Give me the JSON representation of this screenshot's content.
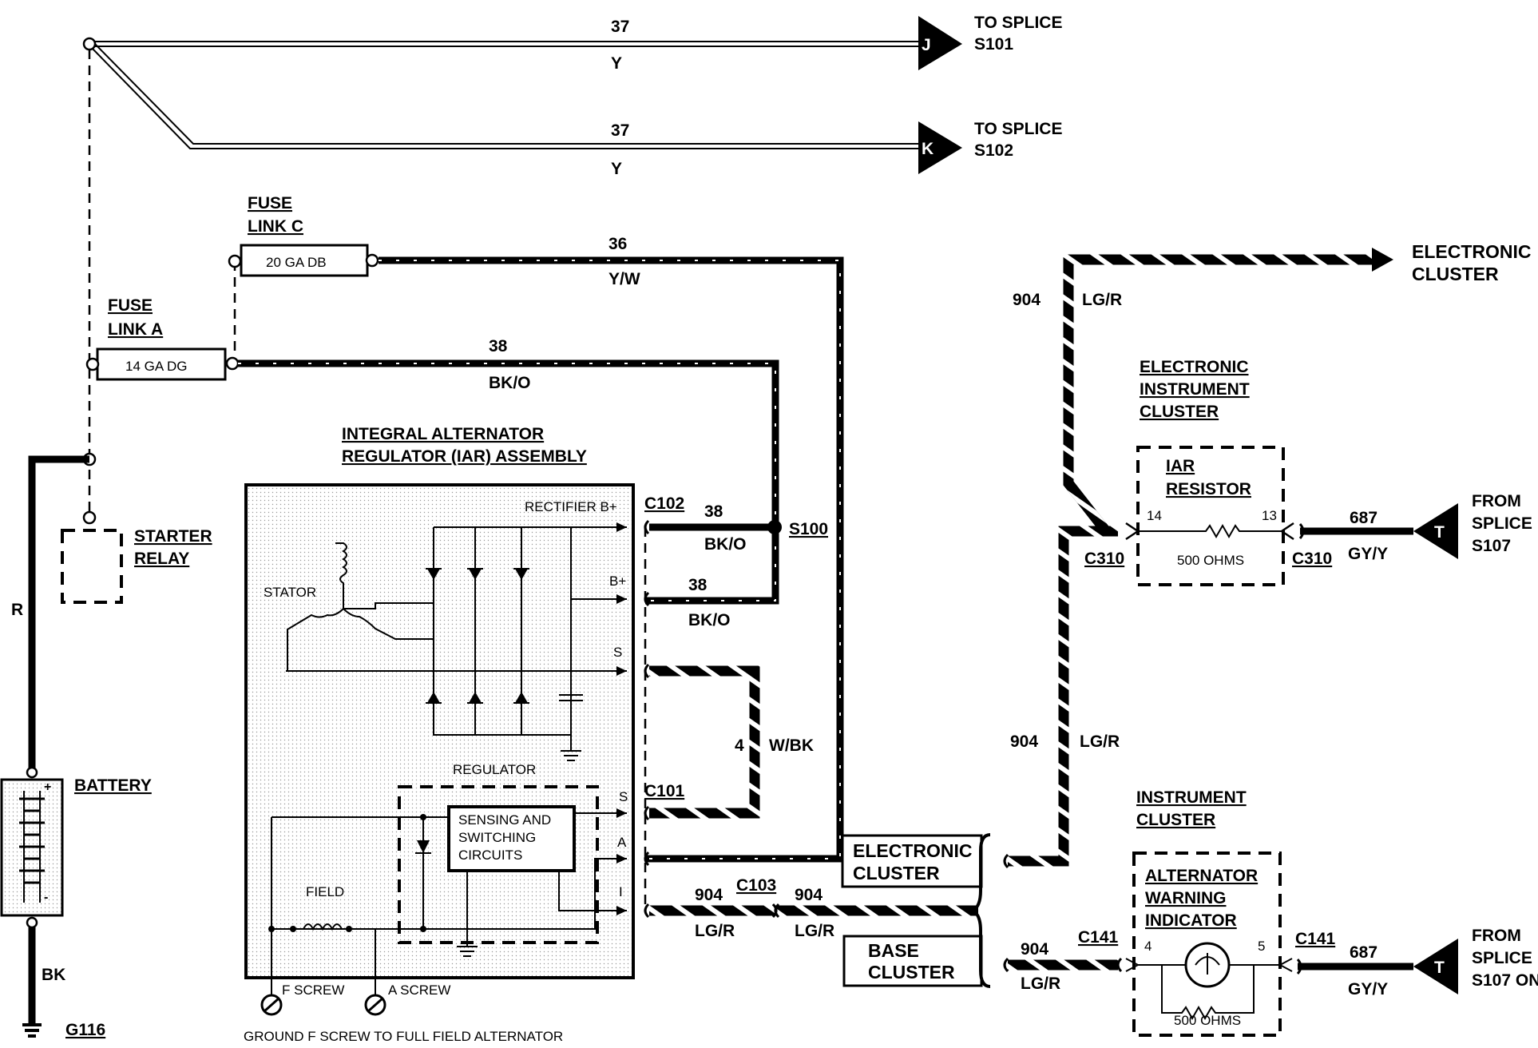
{
  "wires": {
    "w37a": {
      "number": "37",
      "color": "Y"
    },
    "w37b": {
      "number": "37",
      "color": "Y"
    },
    "w36": {
      "number": "36",
      "color": "Y/W"
    },
    "w38a": {
      "number": "38",
      "color": "BK/O"
    },
    "w38b": {
      "number": "38",
      "color": "BK/O"
    },
    "w38c": {
      "number": "38",
      "color": "BK/O"
    },
    "w4": {
      "number": "4",
      "color": "W/BK"
    },
    "w904a": {
      "number": "904",
      "color": "LG/R"
    },
    "w904b": {
      "number": "904",
      "color": "LG/R"
    },
    "w904c": {
      "number": "904",
      "color": "LG/R"
    },
    "w904d": {
      "number": "904",
      "color": "LG/R"
    },
    "w904e": {
      "number": "904",
      "color": "LG/R"
    },
    "w687a": {
      "number": "687",
      "color": "GY/Y"
    },
    "w687b": {
      "number": "687",
      "color": "GY/Y"
    },
    "wR": {
      "color": "R"
    },
    "wBK": {
      "color": "BK"
    }
  },
  "splices": {
    "j": {
      "letter": "J",
      "line1": "TO SPLICE",
      "line2": "S101"
    },
    "k": {
      "letter": "K",
      "line1": "TO SPLICE",
      "line2": "S102"
    },
    "t1": {
      "letter": "T",
      "line1": "FROM",
      "line2": "SPLICE",
      "line3": "S107"
    },
    "t2": {
      "letter": "T",
      "line1": "FROM",
      "line2": "SPLICE",
      "line3": "S107 ON"
    }
  },
  "fuses": {
    "c": {
      "title1": "FUSE",
      "title2": "LINK C",
      "rating": "20 GA DB"
    },
    "a": {
      "title1": "FUSE",
      "title2": "LINK A",
      "rating": "14 GA DG"
    }
  },
  "starter_relay": {
    "line1": "STARTER",
    "line2": "RELAY"
  },
  "battery": {
    "label": "BATTERY",
    "ground": "G116"
  },
  "iar": {
    "title1": "INTEGRAL ALTERNATOR",
    "title2": "REGULATOR (IAR) ASSEMBLY",
    "rectifier": "RECTIFIER B+",
    "b_plus": "B+",
    "s": "S",
    "s2": "S",
    "a": "A",
    "i": "I",
    "stator": "STATOR",
    "regulator": "REGULATOR",
    "sensing1": "SENSING AND",
    "sensing2": "SWITCHING",
    "sensing3": "CIRCUITS",
    "field": "FIELD",
    "f_screw": "F SCREW",
    "a_screw": "A SCREW",
    "footer": "GROUND F SCREW TO FULL FIELD ALTERNATOR"
  },
  "connectors": {
    "c102": "C102",
    "c101": "C101",
    "c103": "C103",
    "s100": "S100",
    "c310a": "C310",
    "c310b": "C310",
    "c141a": "C141",
    "c141b": "C141"
  },
  "clusters": {
    "electronic_box1": "ELECTRONIC",
    "electronic_box2": "CLUSTER",
    "base_box1": "BASE",
    "base_box2": "CLUSTER",
    "electronic_arrow1": "ELECTRONIC",
    "electronic_arrow2": "CLUSTER"
  },
  "eic": {
    "title1": "ELECTRONIC",
    "title2": "INSTRUMENT",
    "title3": "CLUSTER",
    "res1": "IAR",
    "res2": "RESISTOR",
    "pin14": "14",
    "pin13": "13",
    "ohms": "500 OHMS"
  },
  "ic": {
    "title1": "INSTRUMENT",
    "title2": "CLUSTER",
    "ind1": "ALTERNATOR",
    "ind2": "WARNING",
    "ind3": "INDICATOR",
    "pin4": "4",
    "pin5": "5",
    "ohms": "500 OHMS"
  }
}
